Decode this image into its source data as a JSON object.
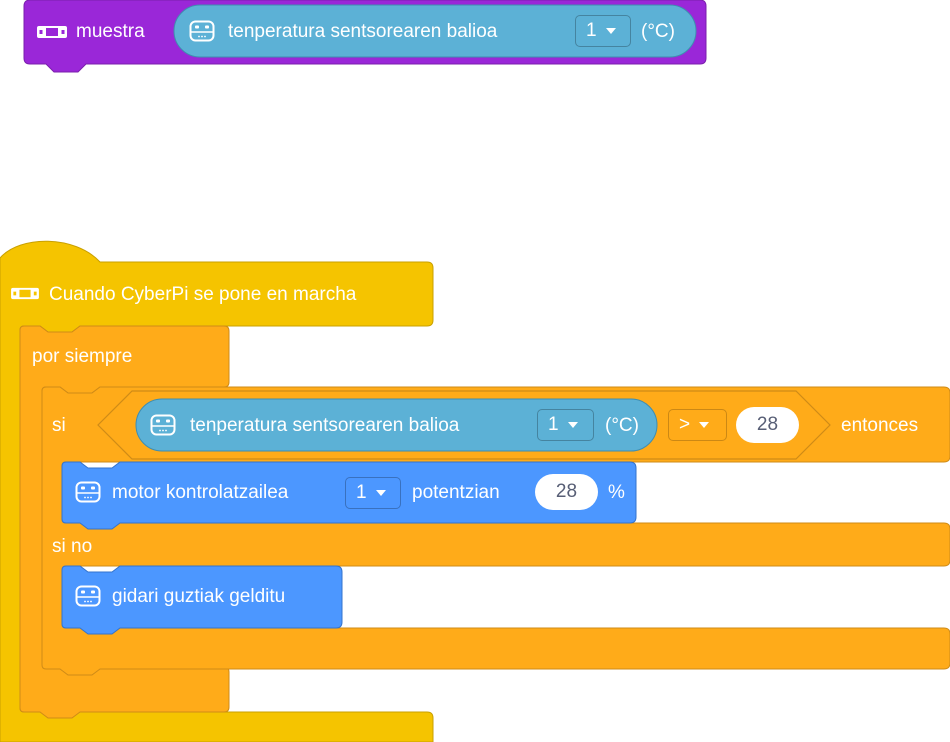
{
  "colors": {
    "looks": "#9a27d8",
    "sensing": "#5cb1d6",
    "events": "#f5c400",
    "control": "#ffab19",
    "motion": "#4c97ff"
  },
  "show_block": {
    "label": "muestra",
    "reporter": {
      "text": "tenperatura sentsorearen balioa",
      "port": "1",
      "unit": "(°C)"
    }
  },
  "script": {
    "hat": {
      "label": "Cuando CyberPi se pone en marcha"
    },
    "forever": {
      "label": "por siempre"
    },
    "if_else": {
      "if_label": "si",
      "then_label": "entonces",
      "else_label": "si no",
      "condition": {
        "reporter_text": "tenperatura sentsorearen balioa",
        "port": "1",
        "unit": "(°C)",
        "operator": ">",
        "value": "28"
      }
    },
    "motor_block": {
      "label": "motor kontrolatzailea",
      "port": "1",
      "power_label": "potentzian",
      "power": "28",
      "unit": "%"
    },
    "stop_block": {
      "label": "gidari guztiak gelditu"
    }
  }
}
